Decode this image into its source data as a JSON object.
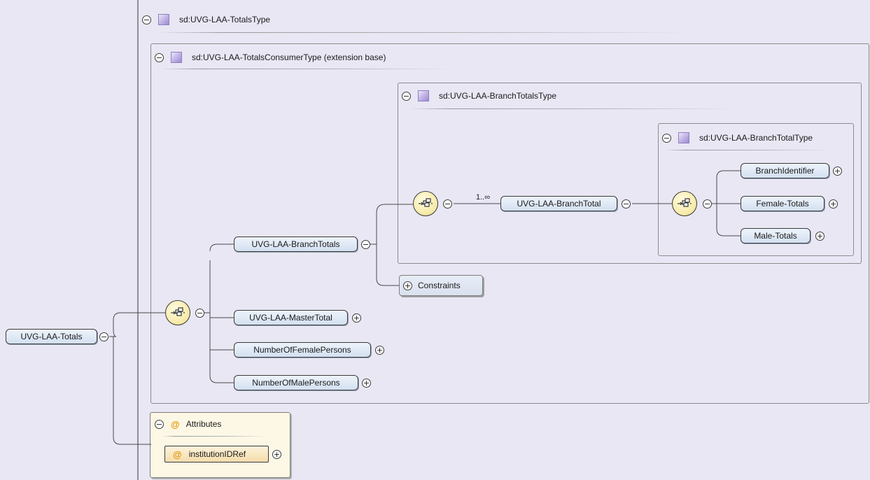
{
  "types": {
    "totals_type": "sd:UVG-LAA-TotalsType",
    "consumer_type": "sd:UVG-LAA-TotalsConsumerType (extension base)",
    "branch_totals_type": "sd:UVG-LAA-BranchTotalsType",
    "branch_total_type": "sd:UVG-LAA-BranchTotalType"
  },
  "elements": {
    "root": "UVG-LAA-Totals",
    "branch_totals": "UVG-LAA-BranchTotals",
    "master_total": "UVG-LAA-MasterTotal",
    "female_persons": "NumberOfFemalePersons",
    "male_persons": "NumberOfMalePersons",
    "branch_total": "UVG-LAA-BranchTotal",
    "branch_identifier": "BranchIdentifier",
    "female_totals": "Female-Totals",
    "male_totals": "Male-Totals"
  },
  "cardinality": "1..∞",
  "constraints_label": "Constraints",
  "attributes": {
    "header": "Attributes",
    "items": [
      "institutionIDRef"
    ]
  },
  "icons": {
    "collapse": "minus-circle-icon",
    "expand": "plus-circle-icon",
    "complex_type": "complex-type-icon",
    "sequence": "sequence-compositor-icon",
    "attribute": "attribute-at-icon"
  },
  "colors": {
    "canvas_bg": "#e9e7f4",
    "element_fill": "#dde8f5",
    "compositor_fill": "#f8ecae",
    "attributes_fill": "#fdf8e6",
    "attribute_accent": "#e59600"
  }
}
